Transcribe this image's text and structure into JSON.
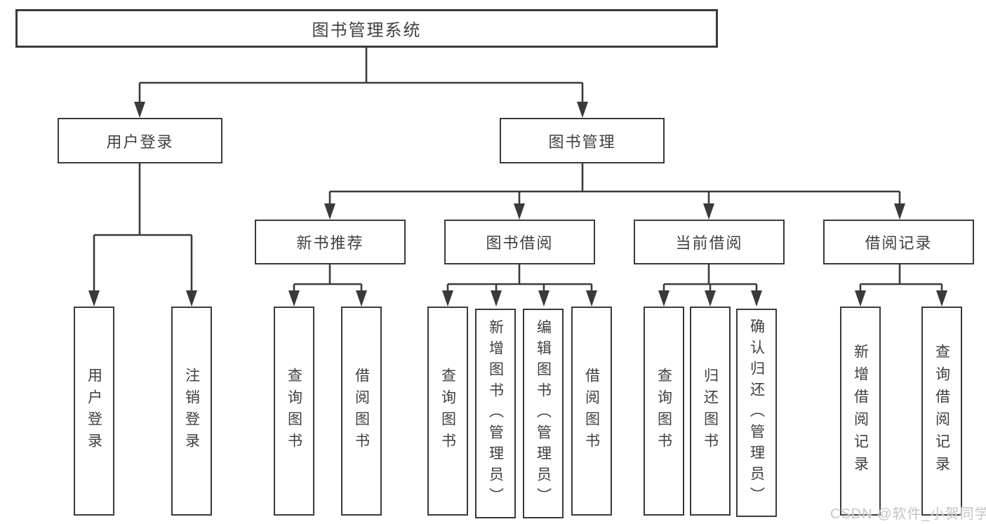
{
  "tree": {
    "label": "图书管理系统",
    "children": [
      {
        "label": "用户登录",
        "children": [
          {
            "label": "用户登录"
          },
          {
            "label": "注销登录"
          }
        ]
      },
      {
        "label": "图书管理",
        "children": [
          {
            "label": "新书推荐",
            "children": [
              {
                "label": "查询图书"
              },
              {
                "label": "借阅图书"
              }
            ]
          },
          {
            "label": "图书借阅",
            "children": [
              {
                "label": "查询图书"
              },
              {
                "label": "新增图书（管理员）"
              },
              {
                "label": "编辑图书（管理员）"
              },
              {
                "label": "借阅图书"
              }
            ]
          },
          {
            "label": "当前借阅",
            "children": [
              {
                "label": "查询图书"
              },
              {
                "label": "归还图书"
              },
              {
                "label": "确认归还（管理员）"
              }
            ]
          },
          {
            "label": "借阅记录",
            "children": [
              {
                "label": "新增借阅记录"
              },
              {
                "label": "查询借阅记录"
              }
            ]
          }
        ]
      }
    ]
  },
  "watermark": {
    "text": "CSDN @软件_小贺同学"
  },
  "colors": {
    "line": "#3a3a3a",
    "text": "#3f3f3f",
    "watermark": "#c4c4c4",
    "bg": "#ffffff",
    "box-bg": "#ffffff"
  }
}
